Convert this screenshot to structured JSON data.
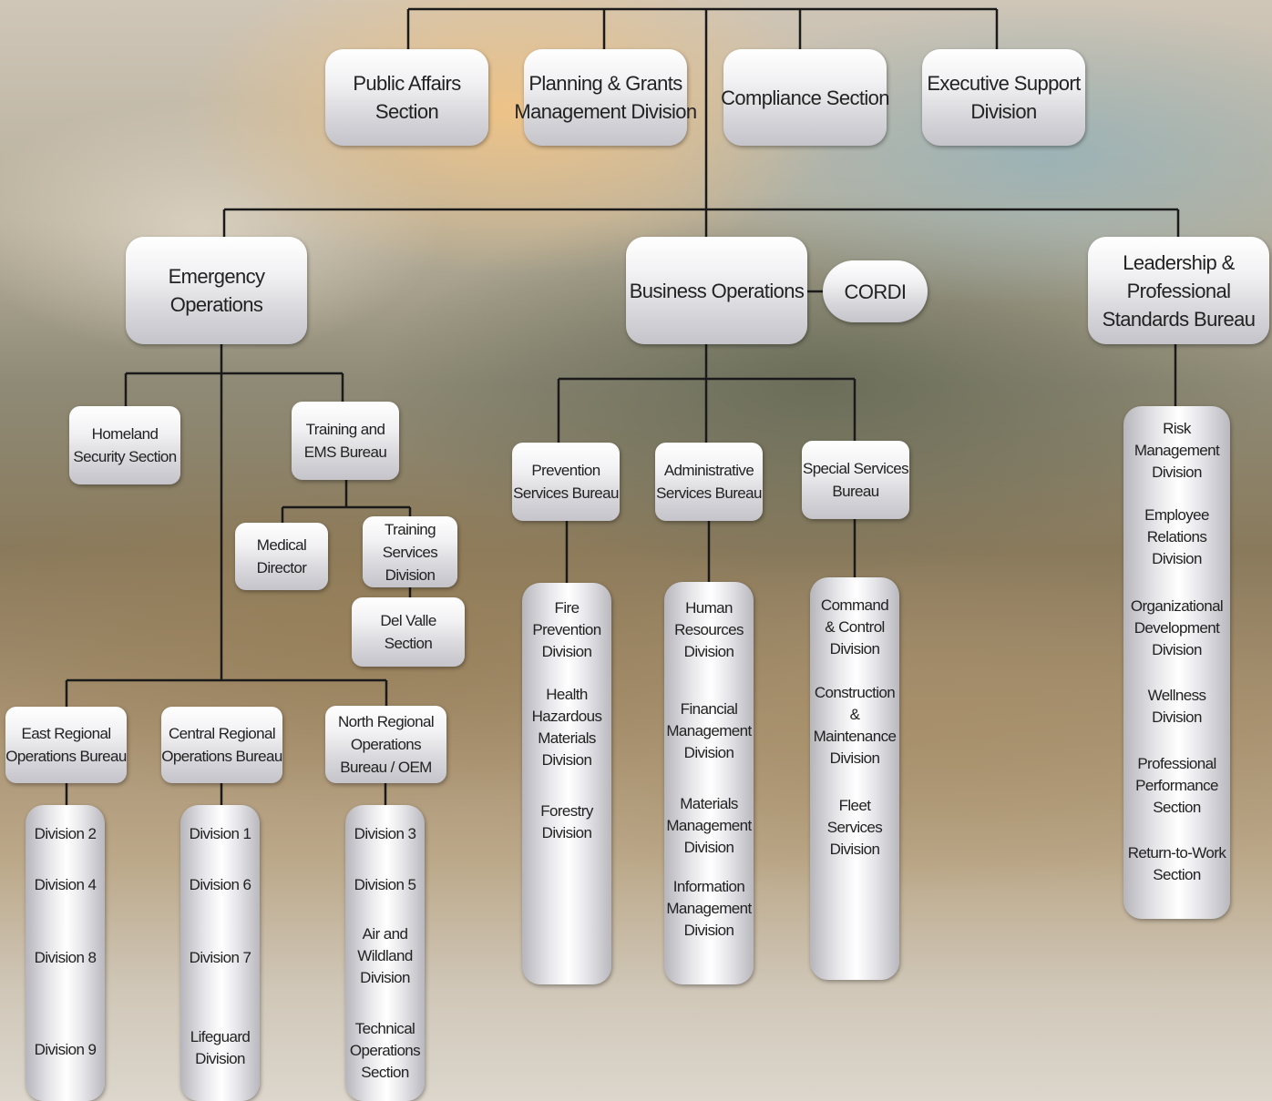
{
  "top_units": {
    "public_affairs": [
      "Public Affairs",
      "Section"
    ],
    "planning_grants": [
      "Planning & Grants",
      "Management Division"
    ],
    "compliance": [
      "Compliance Section"
    ],
    "executive_support": [
      "Executive Support",
      "Division"
    ]
  },
  "main_bureaus": {
    "emergency_operations": [
      "Emergency",
      "Operations"
    ],
    "business_operations": [
      "Business Operations"
    ],
    "cordi": [
      "CORDI"
    ],
    "leadership": [
      "Leadership &",
      "Professional",
      "Standards Bureau"
    ]
  },
  "emergency_units": {
    "homeland_security": [
      "Homeland",
      "Security Section"
    ],
    "training_ems": [
      "Training and",
      "EMS Bureau"
    ],
    "medical_director": [
      "Medical",
      "Director"
    ],
    "training_services": [
      "Training",
      "Services",
      "Division"
    ],
    "del_valle": [
      "Del Valle",
      "Section"
    ],
    "east_regional": [
      "East Regional",
      "Operations Bureau"
    ],
    "central_regional": [
      "Central Regional",
      "Operations Bureau"
    ],
    "north_regional": [
      "North Regional",
      "Operations",
      "Bureau / OEM"
    ]
  },
  "business_units": {
    "prevention_services": [
      "Prevention",
      "Services Bureau"
    ],
    "administrative_services": [
      "Administrative",
      "Services Bureau"
    ],
    "special_services": [
      "Special Services",
      "Bureau"
    ]
  },
  "divisions": {
    "east": [
      [
        "Division 2"
      ],
      [
        "Division 4"
      ],
      [
        "Division 8"
      ],
      [
        "Division 9"
      ]
    ],
    "central": [
      [
        "Division 1"
      ],
      [
        "Division 6"
      ],
      [
        "Division 7"
      ],
      [
        "Lifeguard",
        "Division"
      ]
    ],
    "north": [
      [
        "Division 3"
      ],
      [
        "Division 5"
      ],
      [
        "Air and",
        "Wildland",
        "Division"
      ],
      [
        "Technical",
        "Operations",
        "Section"
      ]
    ],
    "prevention": [
      [
        "Fire",
        "Prevention",
        "Division"
      ],
      [
        "Health",
        "Hazardous",
        "Materials",
        "Division"
      ],
      [
        "Forestry",
        "Division"
      ]
    ],
    "administrative": [
      [
        "Human",
        "Resources",
        "Division"
      ],
      [
        "Financial",
        "Management",
        "Division"
      ],
      [
        "Materials",
        "Management",
        "Division"
      ],
      [
        "Information",
        "Management",
        "Division"
      ]
    ],
    "special": [
      [
        "Command",
        "& Control",
        "Division"
      ],
      [
        "Construction",
        "&",
        "Maintenance",
        "Division"
      ],
      [
        "Fleet",
        "Services",
        "Division"
      ]
    ],
    "leadership": [
      [
        "Risk",
        "Management",
        "Division"
      ],
      [
        "Employee",
        "Relations",
        "Division"
      ],
      [
        "Organizational",
        "Development",
        "Division"
      ],
      [
        "Wellness",
        "Division"
      ],
      [
        "Professional",
        "Performance",
        "Section"
      ],
      [
        "Return-to-Work",
        "Section"
      ]
    ]
  }
}
